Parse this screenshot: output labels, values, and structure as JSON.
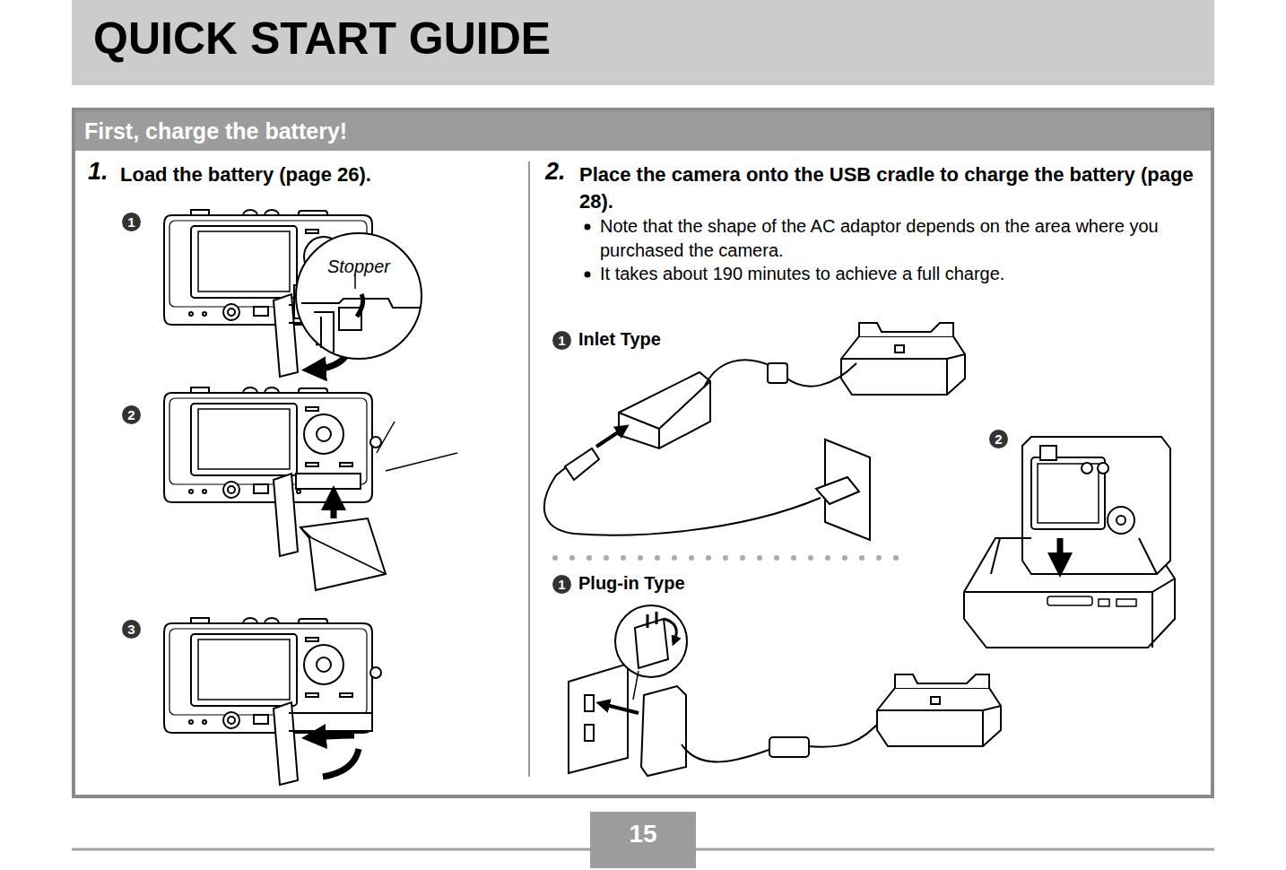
{
  "diagram": {
    "title": "QUICK START GUIDE",
    "nodes": [
      {
        "text": [
          "First, charge the battery!"
        ]
      },
      {
        "text": [
          "Stopper"
        ],
        "in": 0
      },
      {
        "text": [
          "15"
        ]
      }
    ],
    "labels": [
      "1.",
      "Load the battery (page 26).",
      "1",
      "2",
      "3",
      "2.",
      "Place the camera onto the USB cradle to charge the battery (page 28).",
      "Note that the shape of the AC adaptor depends on the area where you purchased the camera.",
      "It takes about 190 minutes to achieve a full charge.",
      "1",
      "Inlet Type",
      "2",
      "1",
      "Plug-in Type"
    ]
  }
}
